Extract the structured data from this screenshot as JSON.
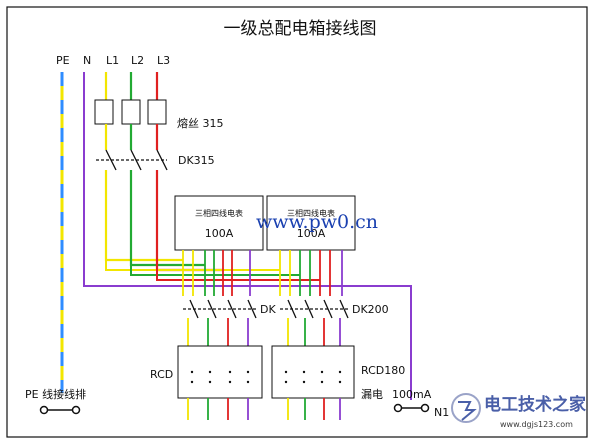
{
  "title": "一级总配电箱接线图",
  "bus_labels": {
    "pe": "PE",
    "n": "N",
    "l1": "L1",
    "l2": "L2",
    "l3": "L3"
  },
  "fuse_label": "熔丝 315",
  "main_switch_label": "DK315",
  "meter_label": "三相四线电表",
  "meter_rating": "100A",
  "watermark": "www.pw0.cn",
  "branch_switch_left": "DK",
  "branch_switch_right": "DK200",
  "rcd_left_label": "RCD",
  "rcd_right_label": "RCD180",
  "leakage_label": "漏电",
  "leakage_rating": "100mA",
  "pe_bar_label": "PE 线接线排",
  "n1_label": "N1",
  "logo_text": "电工技术之家",
  "logo_url": "www.dgjs123.com",
  "colors": {
    "pe_yellow": "#f2e600",
    "pe_dash": "#2f8cff",
    "neutral": "#8a3ccf",
    "l1": "#f2e600",
    "l2": "#22aa33",
    "l3": "#e02020",
    "frame": "#111111"
  }
}
